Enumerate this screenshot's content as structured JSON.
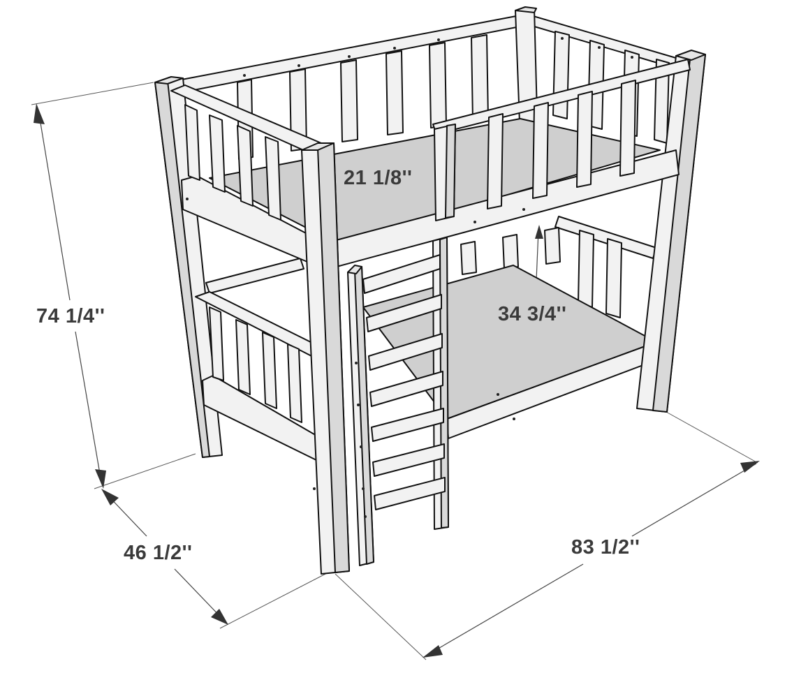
{
  "diagram": {
    "subject": "Bunk bed with guard rails and ladder",
    "style": "3D isometric line drawing, grey shading",
    "colors": {
      "background": "#ffffff",
      "wood_face": "#f2f2f2",
      "wood_side": "#d9d9d9",
      "mattress_panel": "#cfcfcf",
      "outline": "#111111",
      "dimension_text": "#3a3a3a"
    },
    "dimensions": {
      "overall_height": "74 1/4''",
      "overall_depth": "46 1/2''",
      "overall_length": "83 1/2''",
      "top_rail_height": "21 1/8''",
      "bunk_clearance": "34 3/4''"
    },
    "components": [
      "corner-posts",
      "top-bunk-guard-rail",
      "top-bunk-platform",
      "bottom-bunk-guard-rail",
      "bottom-bunk-platform",
      "ladder"
    ],
    "ladder": {
      "rungs": 7
    }
  }
}
